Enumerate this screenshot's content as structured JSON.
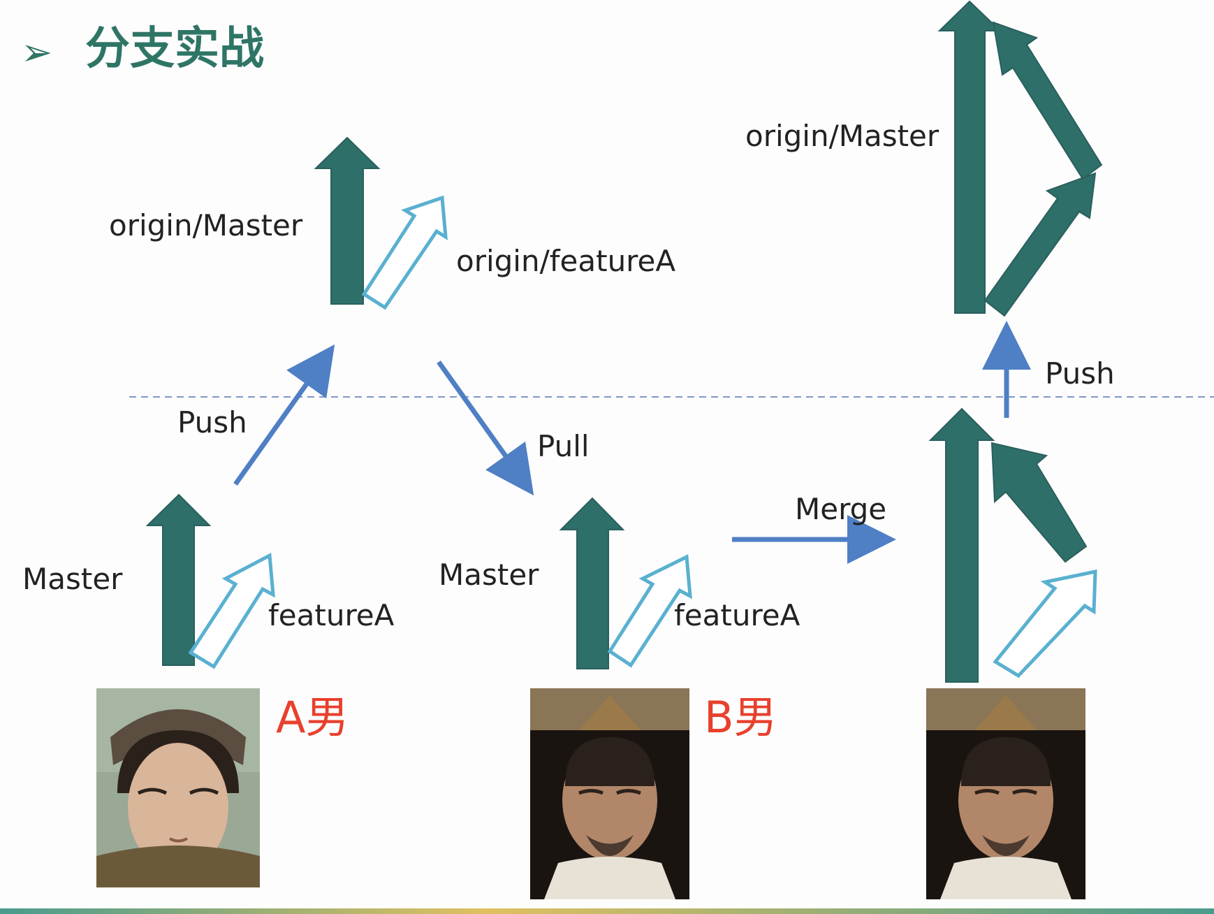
{
  "slide": {
    "bullet_glyph": "➢",
    "title": "分支实战"
  },
  "labels": {
    "origin_master_left": "origin/Master",
    "origin_featureA": "origin/featureA",
    "origin_master_right": "origin/Master",
    "push_left": "Push",
    "pull": "Pull",
    "merge": "Merge",
    "push_right": "Push",
    "master_a": "Master",
    "featureA_a": "featureA",
    "master_b": "Master",
    "featureA_b": "featureA"
  },
  "people": {
    "a": "A男",
    "b": "B男"
  },
  "colors": {
    "branch_master": "#2e6f6a",
    "branch_feature_outline": "#5ab0d0",
    "flow_arrow": "#4f7fc4",
    "dashed_line": "#7f96c4",
    "person_label": "#e8402d",
    "title": "#2f7566"
  },
  "icons": {
    "bullet": "arrow-bullet-icon",
    "photo_a": "young-man-portrait",
    "photo_b": "bearded-man-portrait"
  }
}
